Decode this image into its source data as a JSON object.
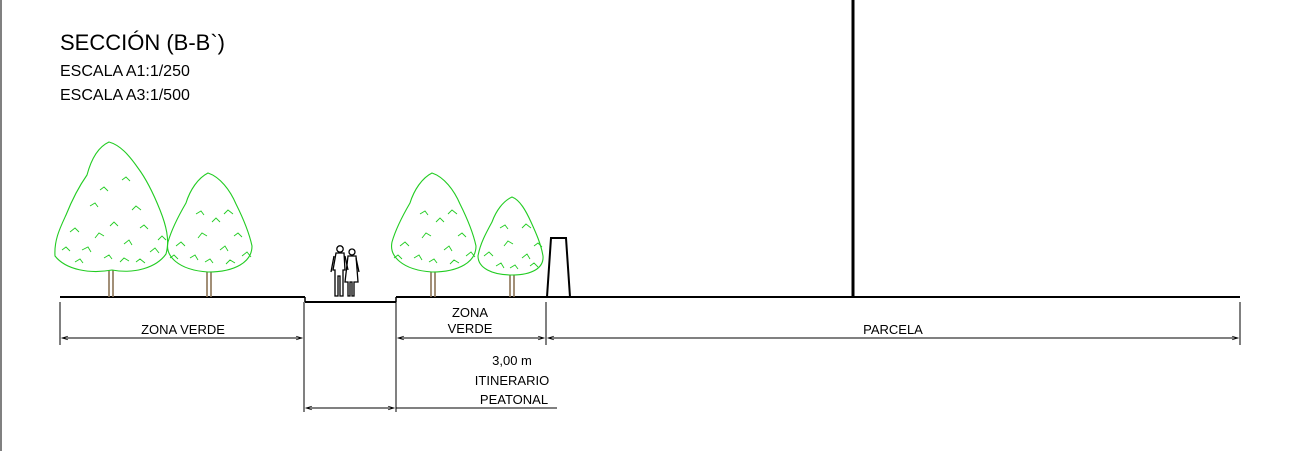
{
  "title": "SECCIÓN (B-B`)",
  "scales": [
    "ESCALA A1:1/250",
    "ESCALA A3:1/500"
  ],
  "dimensions": {
    "zona_verde_left": "ZONA VERDE",
    "zona_verde_mid": [
      "ZONA",
      "VERDE"
    ],
    "parcela": "PARCELA",
    "itinerario": [
      "3,00 m",
      "ITINERARIO",
      "PEATONAL"
    ]
  },
  "colors": {
    "vegetation": "#22cc22",
    "trunk": "#8b7355",
    "lines": "#000000"
  }
}
